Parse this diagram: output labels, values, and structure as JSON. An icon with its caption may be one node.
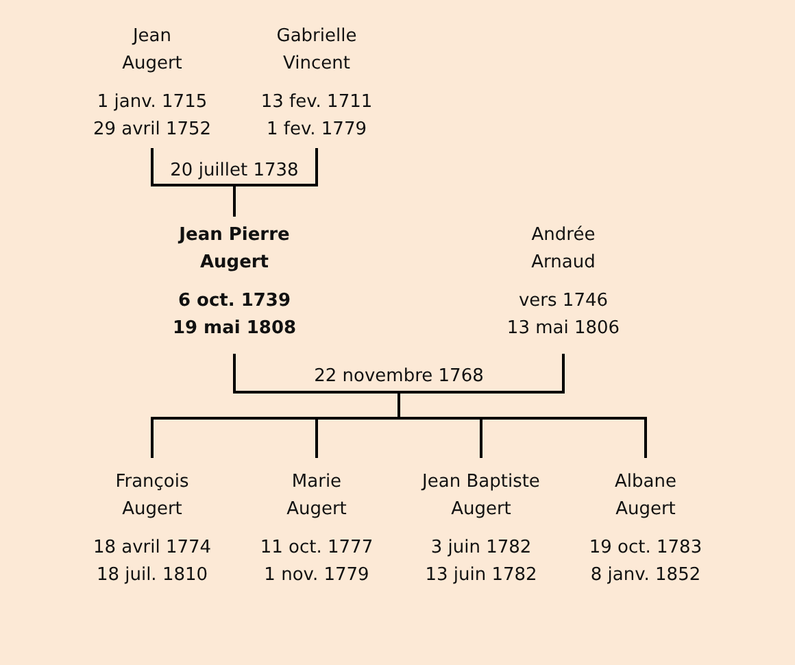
{
  "diagram": {
    "nodes": [
      {
        "text": [
          "Jean Augert",
          "1 janv. 1715",
          "29 avril 1752"
        ]
      },
      {
        "text": [
          "Gabrielle Vincent",
          "13 fev. 1711",
          "1 fev. 1779"
        ]
      },
      {
        "text": [
          "Jean Pierre Augert",
          "6 oct. 1739",
          "19 mai 1808"
        ]
      },
      {
        "text": [
          "Andrée Arnaud",
          "vers 1746",
          "13 mai 1806"
        ]
      },
      {
        "text": [
          "François Augert",
          "18 avril 1774",
          "18 juil. 1810"
        ]
      },
      {
        "text": [
          "Marie Augert",
          "11 oct. 1777",
          "1 nov. 1779"
        ]
      },
      {
        "text": [
          "Jean Baptiste Augert",
          "3 juin 1782",
          "13 juin 1782"
        ]
      },
      {
        "text": [
          "Albane Augert",
          "19 oct. 1783",
          "8 janv. 1852"
        ]
      }
    ],
    "edges": [
      {
        "from": 0,
        "to": 2,
        "arrow": "none"
      },
      {
        "from": 1,
        "to": 2,
        "arrow": "none"
      },
      {
        "from": 2,
        "to": 4,
        "arrow": "none"
      },
      {
        "from": 2,
        "to": 5,
        "arrow": "none"
      },
      {
        "from": 2,
        "to": 6,
        "arrow": "none"
      },
      {
        "from": 2,
        "to": 7,
        "arrow": "none"
      },
      {
        "from": 3,
        "to": 4,
        "arrow": "none"
      },
      {
        "from": 3,
        "to": 5,
        "arrow": "none"
      },
      {
        "from": 3,
        "to": 6,
        "arrow": "none"
      },
      {
        "from": 3,
        "to": 7,
        "arrow": "none"
      }
    ],
    "labels": [
      "20 juillet 1738",
      "22 novembre 1768"
    ]
  }
}
